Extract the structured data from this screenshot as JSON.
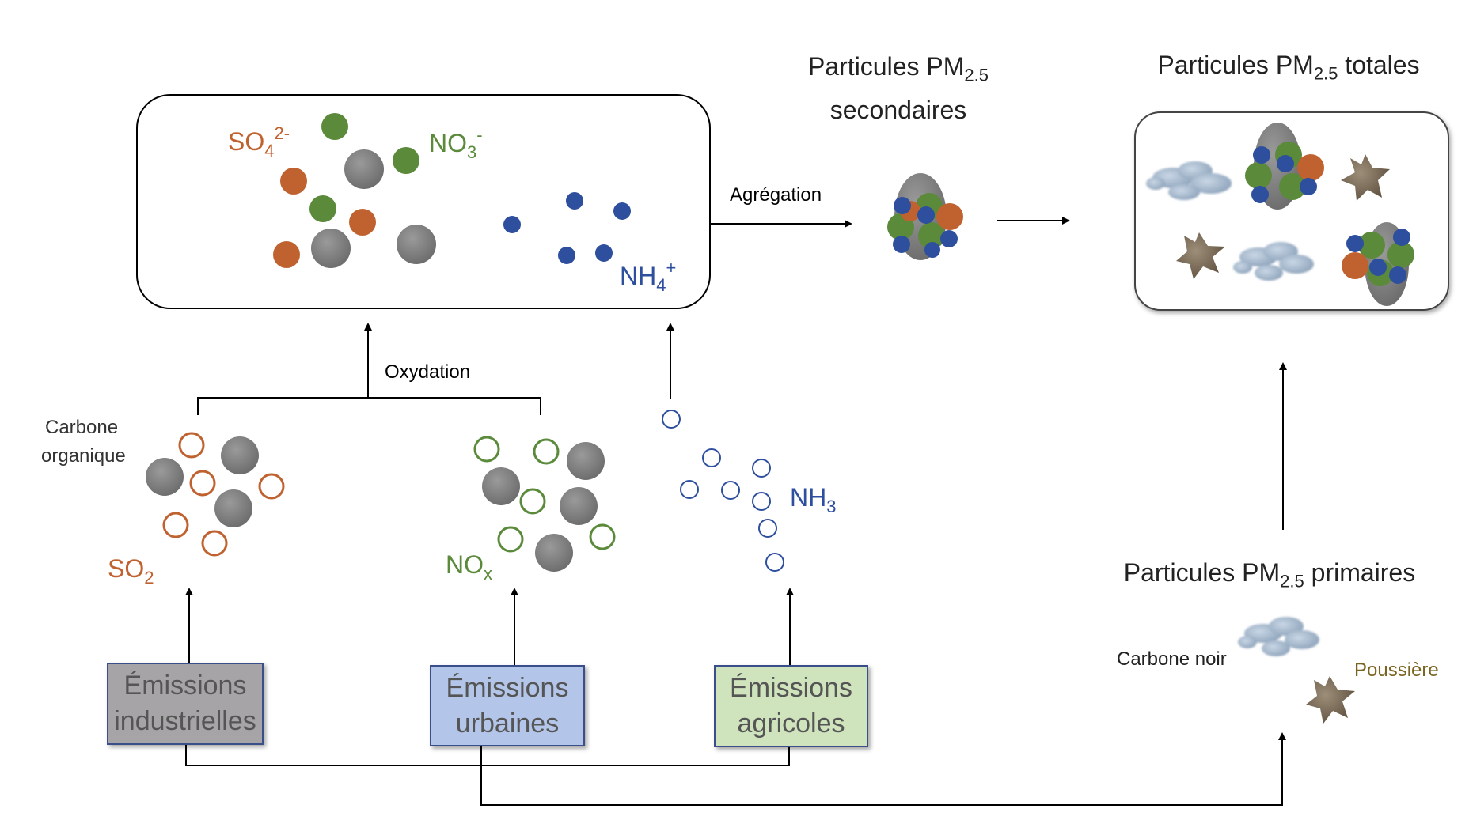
{
  "titles": {
    "secondary_line1": "Particules PM",
    "secondary_sub": "2.5",
    "secondary_line2": "secondaires",
    "total_main": "Particules PM",
    "total_sub": "2.5",
    "total_tail": " totales",
    "primary_main": "Particules PM",
    "primary_sub": "2.5",
    "primary_tail": " primaires"
  },
  "arrows": {
    "aggregation": "Agrégation",
    "oxidation": "Oxydation"
  },
  "ions": {
    "sulfate_main": "SO",
    "sulfate_sub": "4",
    "sulfate_sup": "2-",
    "nitrate_main": "NO",
    "nitrate_sub": "3",
    "nitrate_sup": "-",
    "ammonium_main": "NH",
    "ammonium_sub": "4",
    "ammonium_sup": "+"
  },
  "precursors": {
    "organic_carbon_line1": "Carbone",
    "organic_carbon_line2": "organique",
    "so2_main": "SO",
    "so2_sub": "2",
    "nox_main": "NO",
    "nox_sub": "x",
    "nh3_main": "NH",
    "nh3_sub": "3"
  },
  "sources": {
    "industrial_line1": "Émissions",
    "industrial_line2": "industrielles",
    "urban_line1": "Émissions",
    "urban_line2": "urbaines",
    "agricultural_line1": "Émissions",
    "agricultural_line2": "agricoles"
  },
  "primary": {
    "black_carbon": "Carbone noir",
    "dust": "Poussière"
  },
  "colors": {
    "sulfate": "#c0622f",
    "nitrate": "#5a8a3a",
    "ammonium": "#2e4f9e",
    "organic": "#808080",
    "dust": "#7a6a52",
    "dust_label": "#7a6420",
    "industrial_box": "#a6a4a6",
    "urban_box": "#b3c5e8",
    "agricultural_box": "#cfe3bd"
  }
}
